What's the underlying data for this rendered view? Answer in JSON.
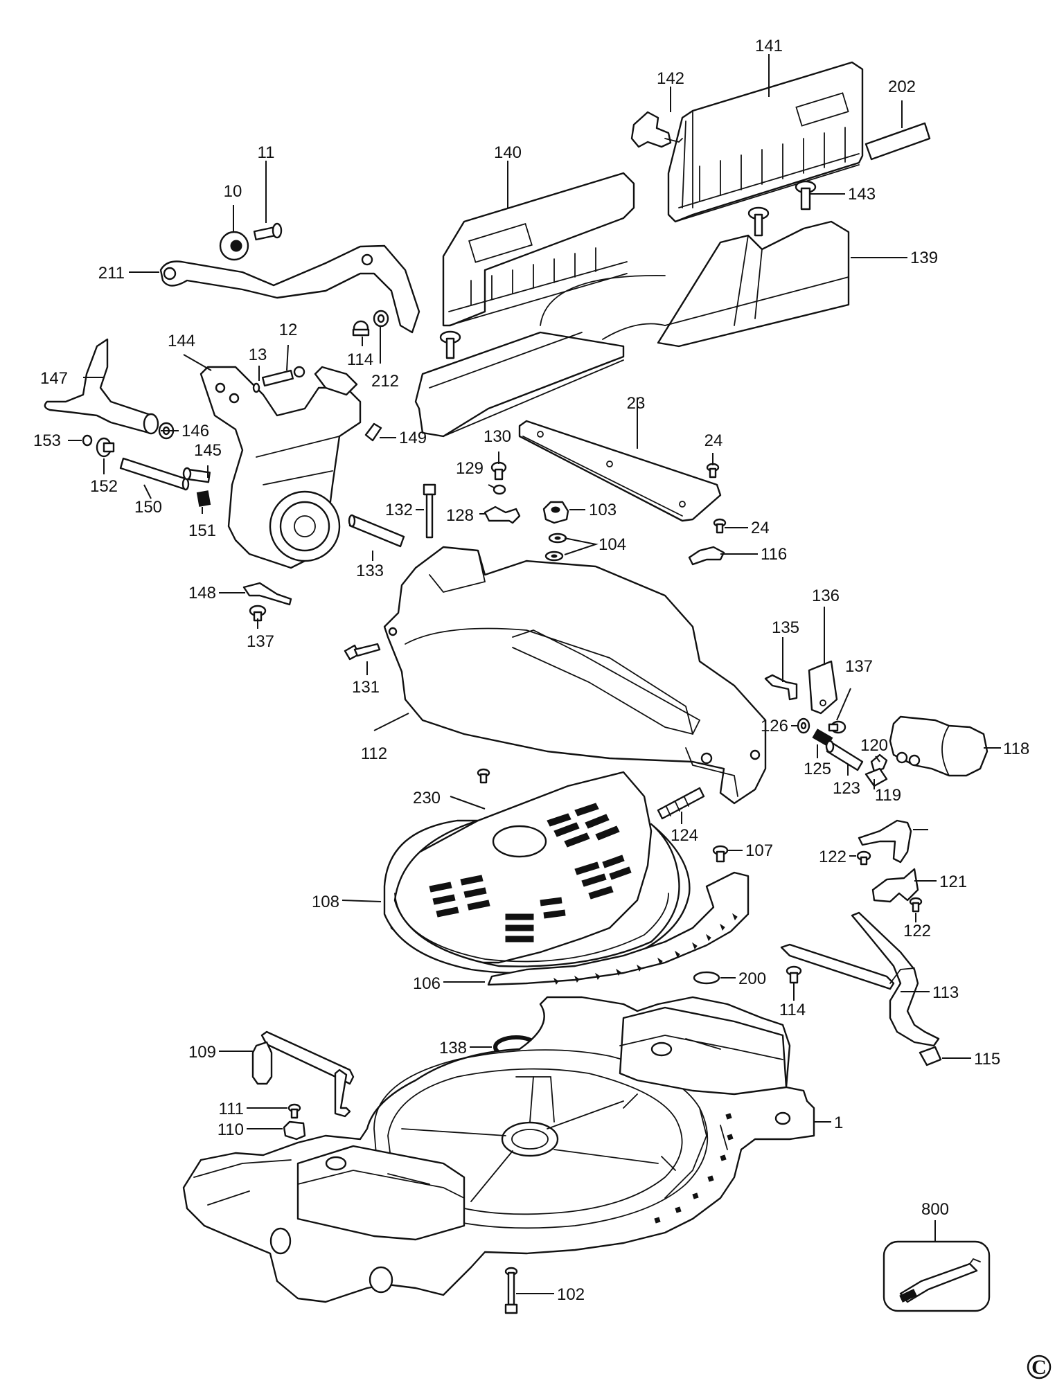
{
  "labels": {
    "p1": "1",
    "p10": "10",
    "p11": "11",
    "p12": "12",
    "p13": "13",
    "p23": "23",
    "p24a": "24",
    "p24b": "24",
    "p102": "102",
    "p103": "103",
    "p104": "104",
    "p106": "106",
    "p107": "107",
    "p108": "108",
    "p109": "109",
    "p110": "110",
    "p111": "111",
    "p112": "112",
    "p113": "113",
    "p114a": "114",
    "p114b": "114",
    "p115": "115",
    "p116": "116",
    "p118": "118",
    "p119": "119",
    "p120": "120",
    "p121": "121",
    "p122a": "122",
    "p122b": "122",
    "p123": "123",
    "p124": "124",
    "p125": "125",
    "p126": "126",
    "p128": "128",
    "p129": "129",
    "p130": "130",
    "p131": "131",
    "p132": "132",
    "p133": "133",
    "p135": "135",
    "p136": "136",
    "p137a": "137",
    "p137b": "137",
    "p138": "138",
    "p139": "139",
    "p140": "140",
    "p141": "141",
    "p142": "142",
    "p143": "143",
    "p144": "144",
    "p145": "145",
    "p146": "146",
    "p147": "147",
    "p148": "148",
    "p149": "149",
    "p150": "150",
    "p151": "151",
    "p152": "152",
    "p153": "153",
    "p200": "200",
    "p202": "202",
    "p211": "211",
    "p212": "212",
    "p230": "230",
    "p800": "800"
  },
  "copyright_mark": "C"
}
